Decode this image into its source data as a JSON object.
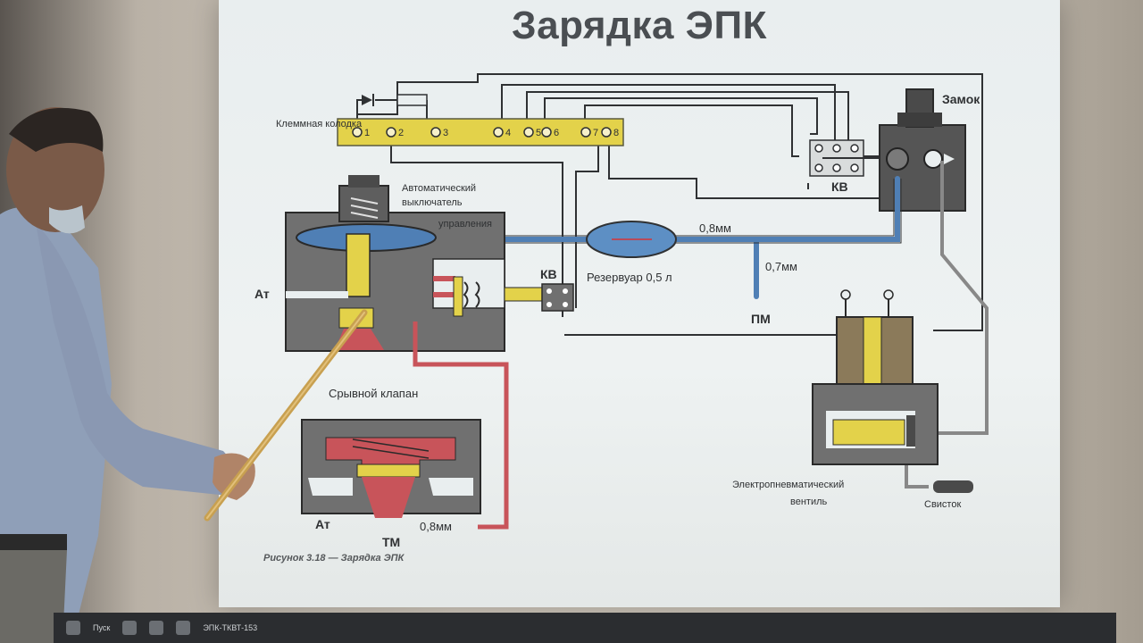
{
  "slide": {
    "title": "Зарядка ЭПК",
    "caption": "Рисунок 3.18 — Зарядка ЭПК"
  },
  "labels": {
    "terminal_block": "Клеммная колодка",
    "terminals": [
      "1",
      "2",
      "3",
      "4",
      "5",
      "6",
      "7",
      "8"
    ],
    "lock": "Замок",
    "kv_top": "КВ",
    "kv_mid": "КВ",
    "auto_switch": "Автоматический выключатель управления",
    "reservoir": "Резервуар 0,5 л",
    "orifice_08_top": "0,8мм",
    "orifice_07": "0,7мм",
    "pm": "ПМ",
    "am_left": "Ат",
    "breakdown_valve": "Срывной клапан",
    "am_bottom": "Ат",
    "tm": "ТМ",
    "orifice_08_bottom": "0,8мм",
    "epv": "Электропневматический вентиль",
    "whistle": "Свисток"
  },
  "colors": {
    "terminal_yellow": "#e3d24a",
    "air_blue": "#4f7fb5",
    "brake_red": "#c8545a",
    "body_gray": "#6b6b6b",
    "wire_dark": "#2f3133"
  },
  "taskbar": {
    "items": [
      "Пуск",
      "ЭПК-ТКВТ-153"
    ]
  }
}
